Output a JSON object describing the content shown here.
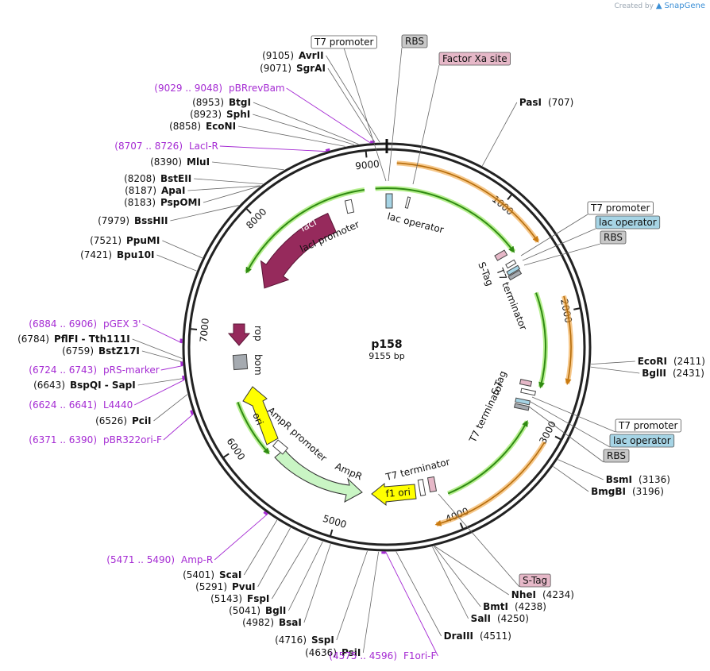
{
  "credit": {
    "created_by": "Created by",
    "brand": "SnapGene"
  },
  "plasmid": {
    "name": "p158",
    "length_label": "9155 bp",
    "length": 9155
  },
  "colors": {
    "backbone": "#222222",
    "orange": "#f0a13a",
    "green_outer": "#9be37a",
    "green_inner": "#2f8a12",
    "lacI": "#962a5c",
    "yellow": "#ffff00",
    "ampr": "#c9f5c4",
    "grey_box": "#a5aab0",
    "blue_box": "#a6d4e5",
    "pink_box": "#e6b8c8",
    "primer": "#a52bd3"
  },
  "ticks": [
    1000,
    2000,
    3000,
    4000,
    5000,
    6000,
    7000,
    8000,
    9000
  ],
  "sites": [
    {
      "pos": "(9105)",
      "name": "AvrII"
    },
    {
      "pos": "(9071)",
      "name": "SgrAI"
    },
    {
      "pos": "(8953)",
      "name": "BtgI"
    },
    {
      "pos": "(8923)",
      "name": "SphI"
    },
    {
      "pos": "(8858)",
      "name": "EcoNI"
    },
    {
      "pos": "(8390)",
      "name": "MluI"
    },
    {
      "pos": "(8208)",
      "name": "BstEII"
    },
    {
      "pos": "(8187)",
      "name": "ApaI"
    },
    {
      "pos": "(8183)",
      "name": "PspOMI"
    },
    {
      "pos": "(7979)",
      "name": "BssHII"
    },
    {
      "pos": "(7521)",
      "name": "PpuMI"
    },
    {
      "pos": "(7421)",
      "name": "Bpu10I"
    },
    {
      "pos": "(6784)",
      "name": "PflFI  -  Tth111I"
    },
    {
      "pos": "(6759)",
      "name": "BstZ17I"
    },
    {
      "pos": "(6643)",
      "name": "BspQI  -  SapI"
    },
    {
      "pos": "(6526)",
      "name": "PciI"
    },
    {
      "pos": "(5401)",
      "name": "ScaI"
    },
    {
      "pos": "(5291)",
      "name": "PvuI"
    },
    {
      "pos": "(5143)",
      "name": "FspI"
    },
    {
      "pos": "(5041)",
      "name": "BglI"
    },
    {
      "pos": "(4982)",
      "name": "BsaI"
    },
    {
      "pos": "(4716)",
      "name": "SspI"
    },
    {
      "pos": "(4636)",
      "name": "PsiI"
    },
    {
      "pos": "(4511)",
      "name": "DraIII"
    },
    {
      "pos": "(4250)",
      "name": "SalI"
    },
    {
      "pos": "(4238)",
      "name": "BmtI"
    },
    {
      "pos": "(4234)",
      "name": "NheI"
    },
    {
      "pos": "(3196)",
      "name": "BmgBI"
    },
    {
      "pos": "(3136)",
      "name": "BsmI"
    },
    {
      "pos": "(2431)",
      "name": "BglII"
    },
    {
      "pos": "(2411)",
      "name": "EcoRI"
    },
    {
      "pos": "(707)",
      "name": "PasI"
    }
  ],
  "primers": [
    {
      "range": "(9029 .. 9048)",
      "name": "pBRrevBam"
    },
    {
      "range": "(8707 .. 8726)",
      "name": "LacI-R"
    },
    {
      "range": "(6884 .. 6906)",
      "name": "pGEX 3'"
    },
    {
      "range": "(6724 .. 6743)",
      "name": "pRS-marker"
    },
    {
      "range": "(6624 .. 6641)",
      "name": "L4440"
    },
    {
      "range": "(6371 .. 6390)",
      "name": "pBR322ori-F"
    },
    {
      "range": "(5471 .. 5490)",
      "name": "Amp-R"
    },
    {
      "range": "(4575 .. 4596)",
      "name": "F1ori-F"
    }
  ],
  "boxed": [
    {
      "text": "T7 promoter",
      "color": "#ffffff"
    },
    {
      "text": "RBS",
      "color": "#c8c8c8"
    },
    {
      "text": "Factor Xa site",
      "color": "#e6b8c8"
    },
    {
      "text": "T7 promoter",
      "color": "#ffffff"
    },
    {
      "text": "lac operator",
      "color": "#a6d4e5"
    },
    {
      "text": "RBS",
      "color": "#c8c8c8"
    },
    {
      "text": "T7 promoter",
      "color": "#ffffff"
    },
    {
      "text": "lac operator",
      "color": "#a6d4e5"
    },
    {
      "text": "RBS",
      "color": "#c8c8c8"
    },
    {
      "text": "S-Tag",
      "color": "#e6b8c8"
    }
  ],
  "features": {
    "lacI": "lacI",
    "lacI_promoter": "lacI promoter",
    "lac_operator": "lac operator",
    "s_tag_1": "S-Tag",
    "t7_term_1": "T7 terminator",
    "s_tag_2": "S-Tag",
    "t7_term_2": "T7 terminator",
    "t7_term_3": "T7 terminator",
    "f1_ori": "f1 ori",
    "ampr": "AmpR",
    "ampr_promoter": "AmpR promoter",
    "ori": "ori",
    "rop": "rop",
    "bom": "bom"
  }
}
